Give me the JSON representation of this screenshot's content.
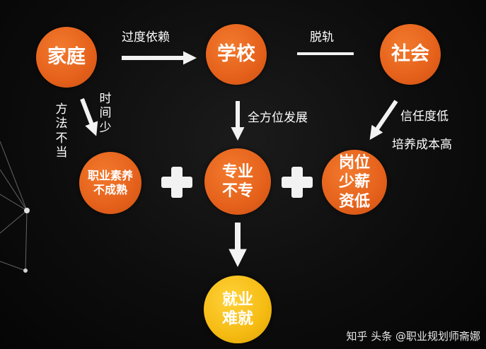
{
  "nodes": {
    "family": "家庭",
    "school": "学校",
    "society": "社会",
    "skills": "职业素养不成熟",
    "major": "专业不专",
    "job": "岗位少薪资低",
    "result": "就业难就"
  },
  "labels": {
    "family_school": "过度依赖",
    "school_society": "脱轨",
    "method": "方法不当",
    "time": "时间少",
    "school_down": "全方位发展",
    "society_1": "信任度低",
    "society_2": "培养成本高"
  },
  "watermark": "知乎 头条 @职业规划师斋娜",
  "colors": {
    "orange": "#e5611b",
    "yellow": "#f5bb12",
    "arrow": "#f2f2f2",
    "background": "#0d0d0d"
  }
}
